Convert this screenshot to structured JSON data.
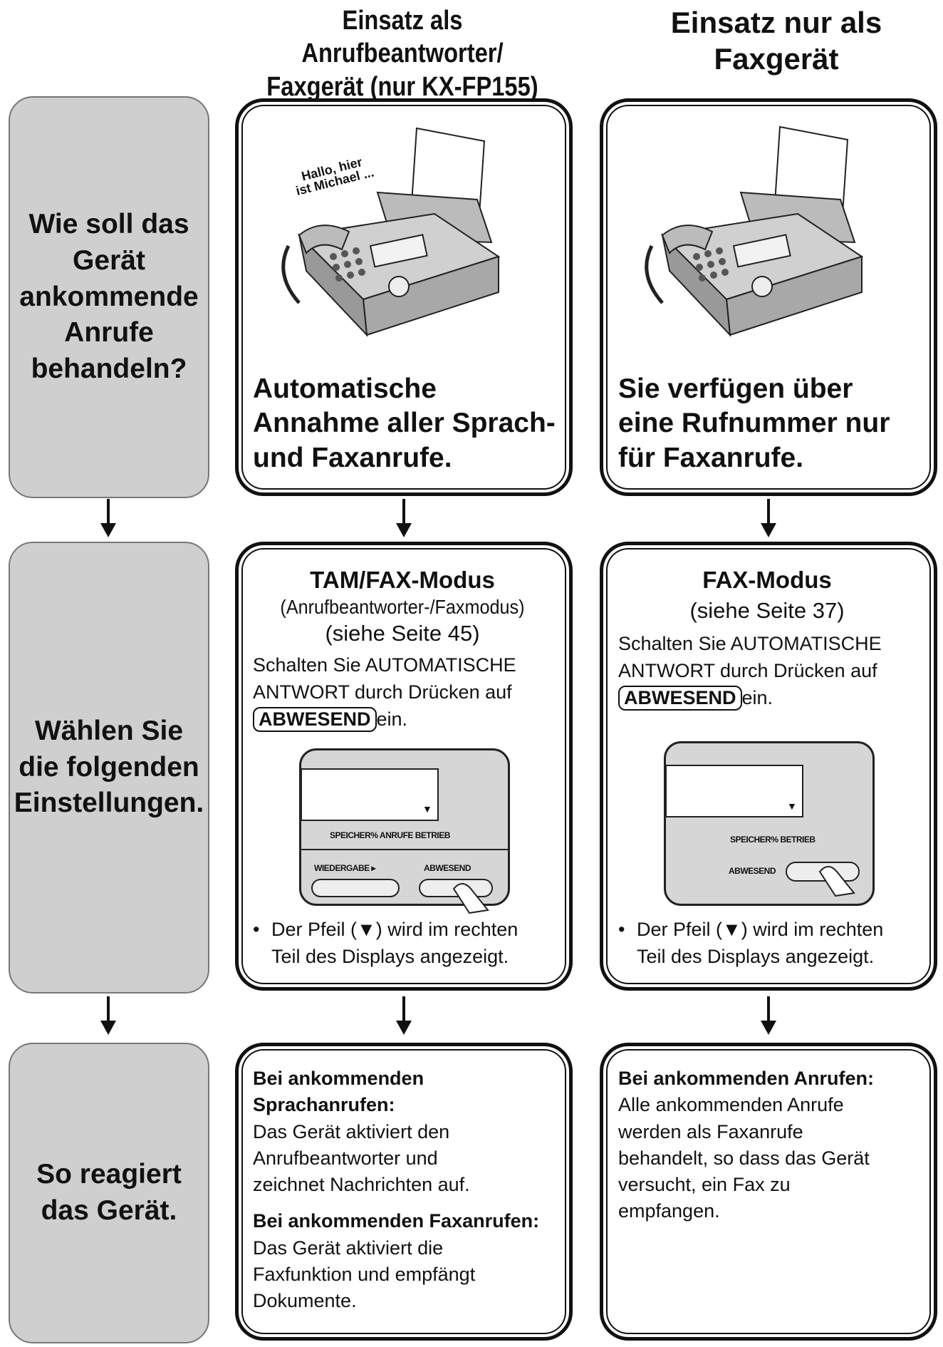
{
  "headers": {
    "col1": [
      "Einsatz als Anrufbeantworter/",
      "Faxgerät (nur KX-FP155)"
    ],
    "col2": [
      "Einsatz nur als",
      "Faxgerät"
    ]
  },
  "rows": {
    "row1": [
      "Wie soll das",
      "Gerät",
      "ankommende",
      "Anrufe",
      "behandeln?"
    ],
    "row2": [
      "Wählen Sie",
      "die folgenden",
      "Einstellungen."
    ],
    "row3": [
      "So reagiert",
      "das Gerät."
    ]
  },
  "col1": {
    "speech_bubble": [
      "Hallo, hier",
      "ist Michael ..."
    ],
    "answer": [
      "Automatische",
      "Annahme aller Sprach-",
      "und Faxanrufe."
    ],
    "mode_title": "TAM/FAX-Modus",
    "mode_sub": "(Anrufbeantworter-/Faxmodus)",
    "mode_page": "(siehe Seite 45)",
    "instr_line1": "Schalten Sie AUTOMATISCHE",
    "instr_line2": "ANTWORT durch Drücken auf",
    "key": "ABWESEND",
    "key_after": "ein.",
    "panel": {
      "labels": "SPEICHER% ANRUFE BETRIEB",
      "btn1": "WIEDERGABE ▸",
      "btn2": "ABWESEND"
    },
    "bullet": [
      "Der Pfeil (▼) wird im rechten",
      "Teil des Displays angezeigt."
    ],
    "resp_h1": [
      "Bei ankommenden",
      "Sprachanrufen:"
    ],
    "resp_t1": [
      "Das Gerät aktiviert den",
      "Anrufbeantworter und",
      "zeichnet Nachrichten auf."
    ],
    "resp_h2": "Bei ankommenden Faxanrufen:",
    "resp_t2": [
      "Das Gerät aktiviert die",
      "Faxfunktion und empfängt",
      "Dokumente."
    ]
  },
  "col2": {
    "answer": [
      "Sie verfügen über",
      "eine Rufnummer nur",
      "für Faxanrufe."
    ],
    "mode_title": "FAX-Modus",
    "mode_page": "(siehe Seite 37)",
    "instr_line1": "Schalten Sie AUTOMATISCHE",
    "instr_line2": "ANTWORT durch Drücken auf",
    "key": "ABWESEND",
    "key_after": "ein.",
    "panel": {
      "labels": "SPEICHER% BETRIEB",
      "btn": "ABWESEND"
    },
    "bullet": [
      "Der Pfeil (▼) wird im rechten",
      "Teil des Displays angezeigt."
    ],
    "resp_h1": "Bei ankommenden Anrufen:",
    "resp_t1": [
      "Alle ankommenden Anrufe",
      "werden als Faxanrufe",
      "behandelt, so dass das Gerät",
      "versucht, ein Fax zu",
      "empfangen."
    ]
  },
  "bullet_mark": "•",
  "arrow_glyph": "▼"
}
